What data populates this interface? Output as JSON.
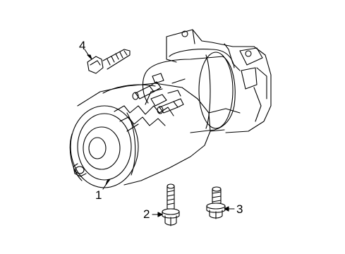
{
  "callouts": {
    "starter": "1",
    "bolt_left": "2",
    "bolt_right": "3",
    "upper_bolt": "4"
  },
  "colors": {
    "line": "#000000",
    "background": "#ffffff"
  }
}
